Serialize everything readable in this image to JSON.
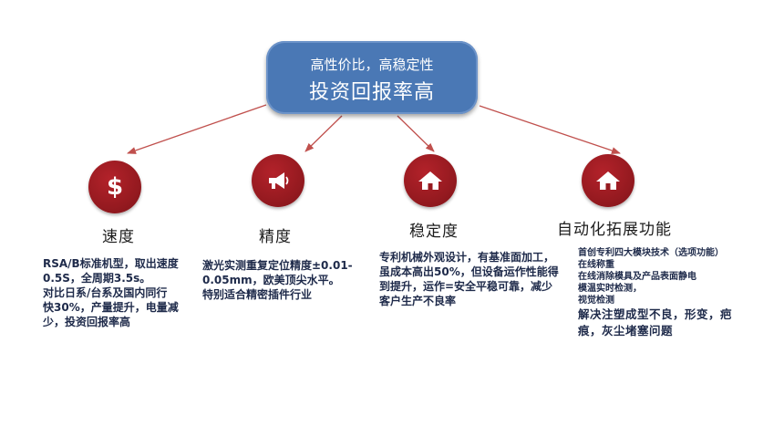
{
  "hub": {
    "subtitle": "高性价比，高稳定性",
    "title": "投资回报率高"
  },
  "colors": {
    "hub": "#4a78b5",
    "badge": "#961a20",
    "connector": "#c0504d"
  },
  "features": [
    {
      "icon": "dollar-icon",
      "title": "速度",
      "lines": [
        "RSA/B标准机型，取出速度",
        "0.5S，全周期3.5s。",
        "对比日系/台系及国内同行",
        "快30%，产量提升，电量减",
        "少，投资回报率高"
      ]
    },
    {
      "icon": "megaphone-icon",
      "title": "精度",
      "lines": [
        "激光实测重复定位精度±0.01-",
        "0.05mm，欧美顶尖水平。",
        "特别适合精密插件行业"
      ]
    },
    {
      "icon": "home-icon",
      "title": "稳定度",
      "lines": [
        "专利机械外观设计，有基准面加工，",
        "虽成本高出50%，但设备运作性能得",
        "到提升，运作=安全平稳可靠，减少",
        "客户生产不良率"
      ]
    },
    {
      "icon": "home-icon",
      "title": "自动化拓展功能",
      "small_lines": [
        "首创专利四大模块技术（选项功能）",
        "在线称重",
        "在线消除模具及产品表面静电",
        "模温实时检测，",
        "视觉检测"
      ],
      "big_lines": [
        "解决注塑成型不良，形变，疤",
        "痕，灰尘堵塞问题"
      ]
    }
  ]
}
